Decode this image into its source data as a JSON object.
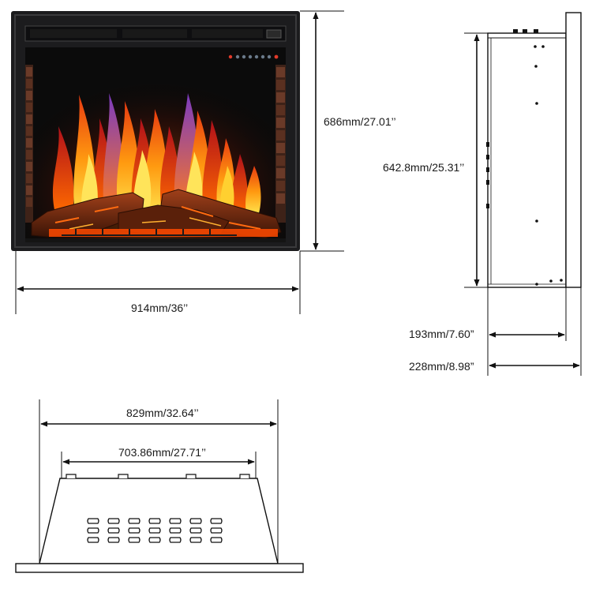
{
  "dimensions": {
    "front_height": "686mm/27.01’’",
    "front_width": "914mm/36’’",
    "side_height": "642.8mm/25.31’’",
    "side_depth": "193mm/7.60”",
    "side_total_depth": "228mm/8.98”",
    "top_outer_width": "829mm/32.64’’",
    "top_inner_width": "703.86mm/27.71’’"
  },
  "colors": {
    "frame": "#1c1c1e",
    "firebox": "#0b0b0b",
    "brick": "#5a3526",
    "flame_core": "#ffd21a",
    "flame_mid": "#ff7a00",
    "flame_red": "#c8161c",
    "flame_purple": "#8a3fb8",
    "log": "#6b2a10",
    "ember": "#ff5a00",
    "line": "#111111"
  }
}
